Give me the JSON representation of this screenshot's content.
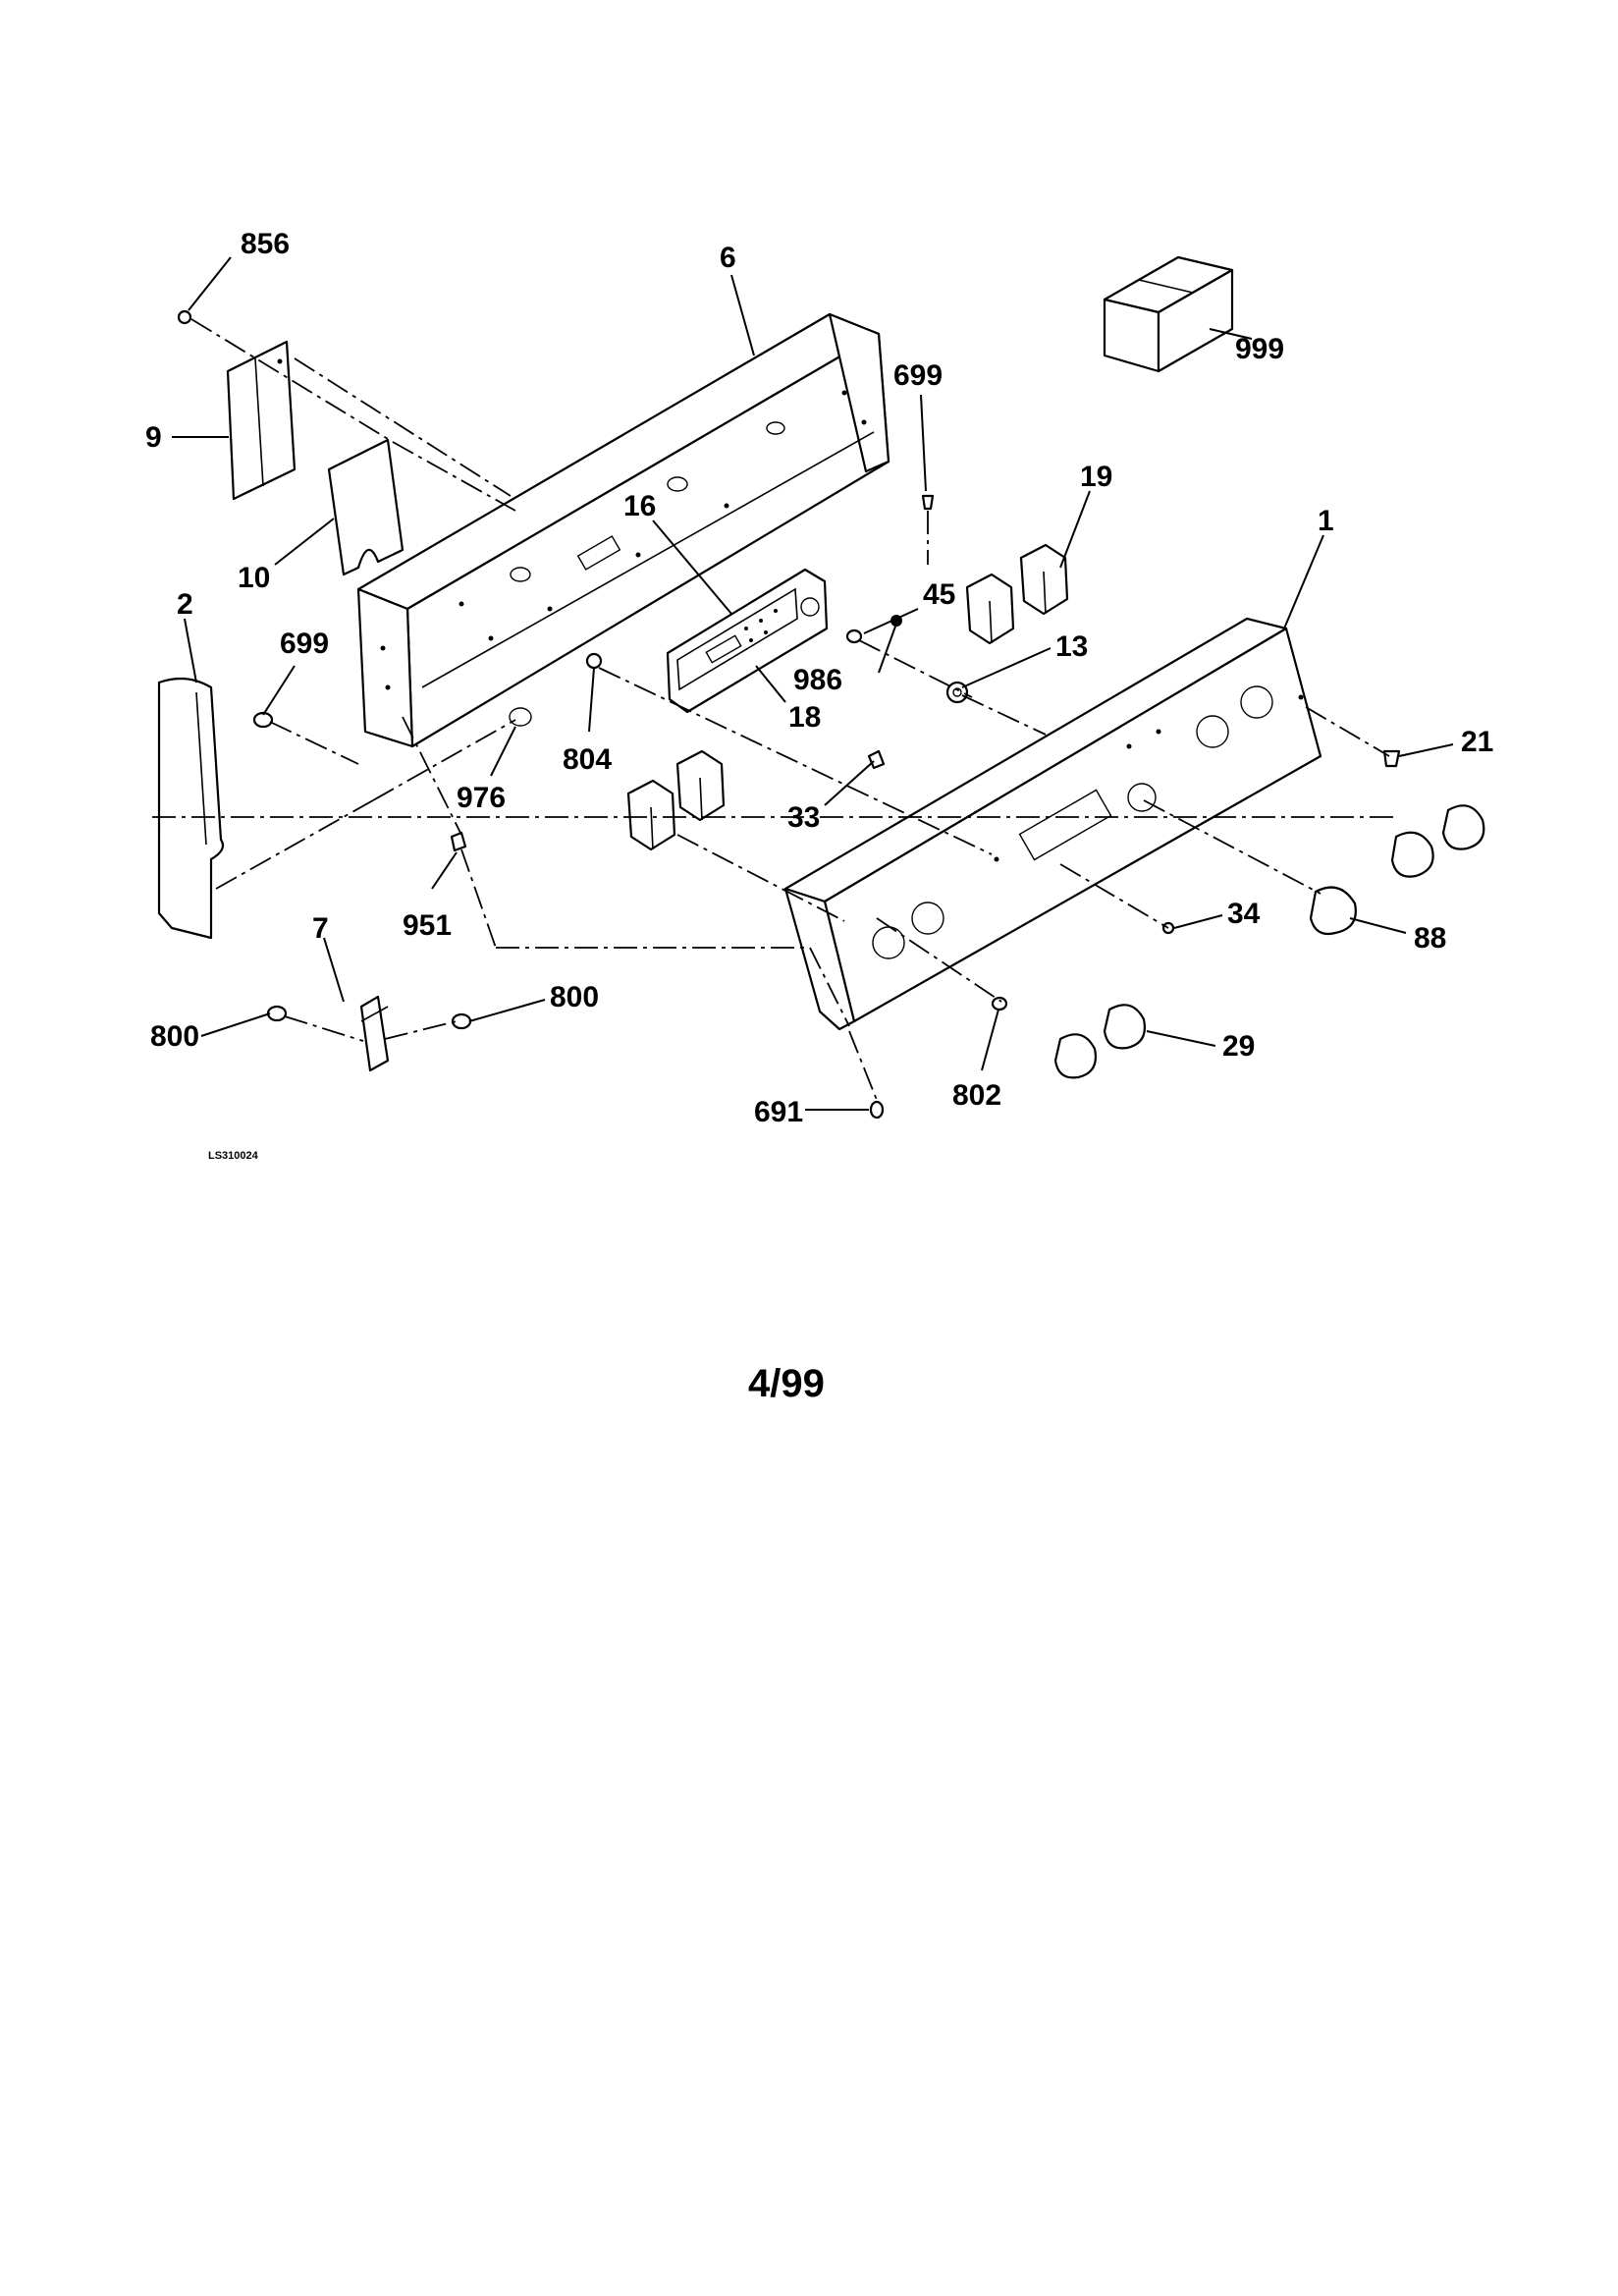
{
  "drawing_code": "LS310024",
  "date_code": "4/99",
  "callouts": {
    "p856": "856",
    "p6": "6",
    "p999": "999",
    "p699a": "699",
    "p9": "9",
    "p10": "10",
    "p16": "16",
    "p19": "19",
    "p1": "1",
    "p2": "2",
    "p699b": "699",
    "p45": "45",
    "p13": "13",
    "p986": "986",
    "p18": "18",
    "p804": "804",
    "p976": "976",
    "p21": "21",
    "p33": "33",
    "p7": "7",
    "p951": "951",
    "p34": "34",
    "p88": "88",
    "p800a": "800",
    "p800b": "800",
    "p29": "29",
    "p802": "802",
    "p691": "691"
  }
}
